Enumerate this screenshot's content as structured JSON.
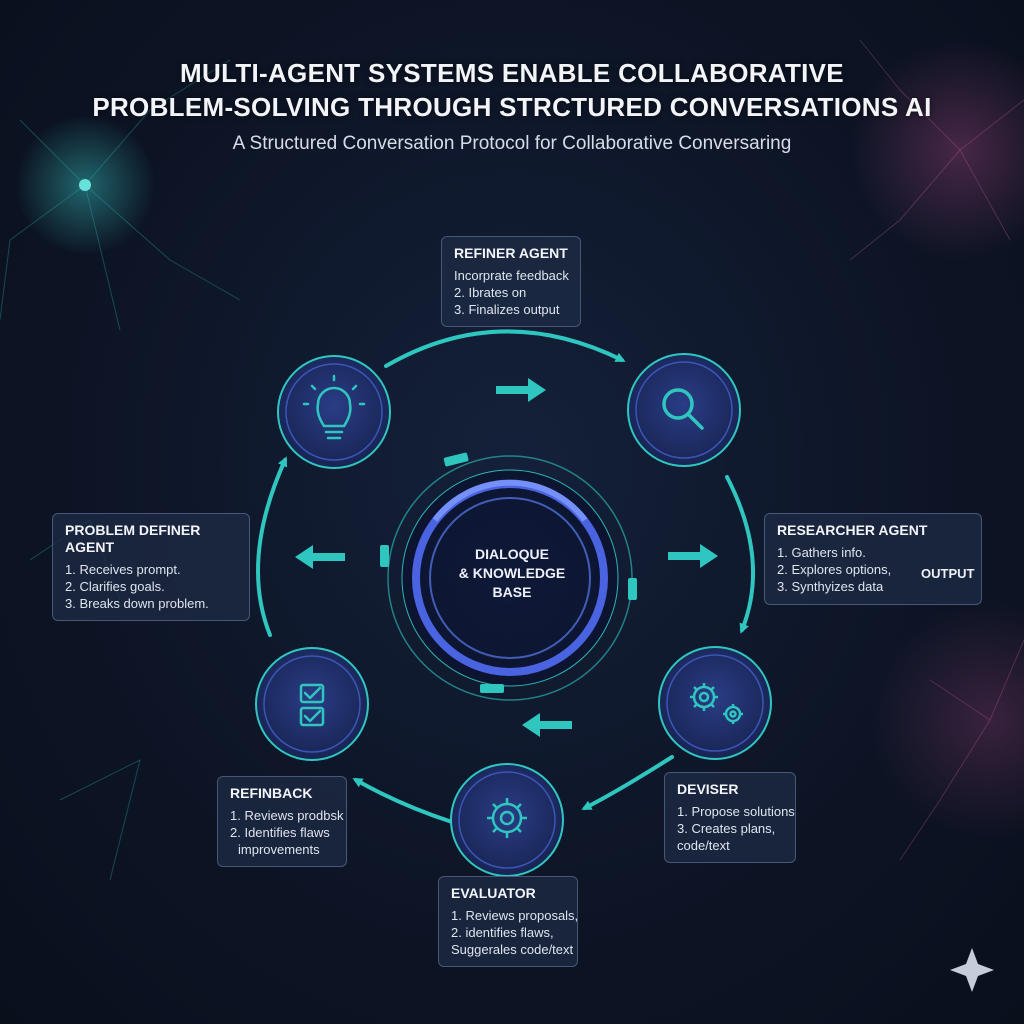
{
  "title_line1": "MULTI-AGENT SYSTEMS ENABLE COLLABORATIVE",
  "title_line2": "PROBLEM-SOLVING THROUGH STRCTURED CONVERSATIONS AI",
  "subtitle": "A Structured Conversation Protocol for Collaborative Conversaring",
  "hub": {
    "line1": "DIALOQUE",
    "line2": "& KNOWLEDGE",
    "line3": "BASE"
  },
  "agents": {
    "refiner": {
      "title": "REFINER AGENT",
      "lines": [
        "Incorprate feedback",
        "2. Ibrates on",
        "3. Finalizes output"
      ]
    },
    "problem_definer": {
      "title": "PROBLEM DEFINER AGENT",
      "lines": [
        "1. Receives prompt.",
        "2. Clarifies goals.",
        "3. Breaks down problem."
      ]
    },
    "researcher": {
      "title": "RESEARCHER AGENT",
      "lines": [
        "1. Gathers info.",
        "2. Explores options,",
        "3. Synthyizes data"
      ],
      "side_label": "OUTPUT"
    },
    "refinback": {
      "title": "REFINBACK",
      "lines": [
        "1. Reviews prodbsk",
        "2. Identifies flaws",
        "improvements"
      ]
    },
    "deviser": {
      "title": "DEVISER",
      "lines": [
        "1. Propose solutions",
        "3. Creates plans,",
        "code/text"
      ]
    },
    "evaluator": {
      "title": "EVALUATOR",
      "lines": [
        "1. Reviews proposals,",
        "2. identifies flaws,",
        "Suggerales code/text"
      ]
    }
  },
  "icons": {
    "node_top_left": "lightbulb-icon",
    "node_top_right": "magnifier-icon",
    "node_bottom_right": "gears-icon",
    "node_bottom": "gear-icon",
    "node_bottom_left": "checklist-icon"
  },
  "colors": {
    "accent": "#2fc6c0",
    "hub_blue": "#4a63e0",
    "node_fill": "#1f2f68",
    "box_fill": "#1e2a44"
  }
}
